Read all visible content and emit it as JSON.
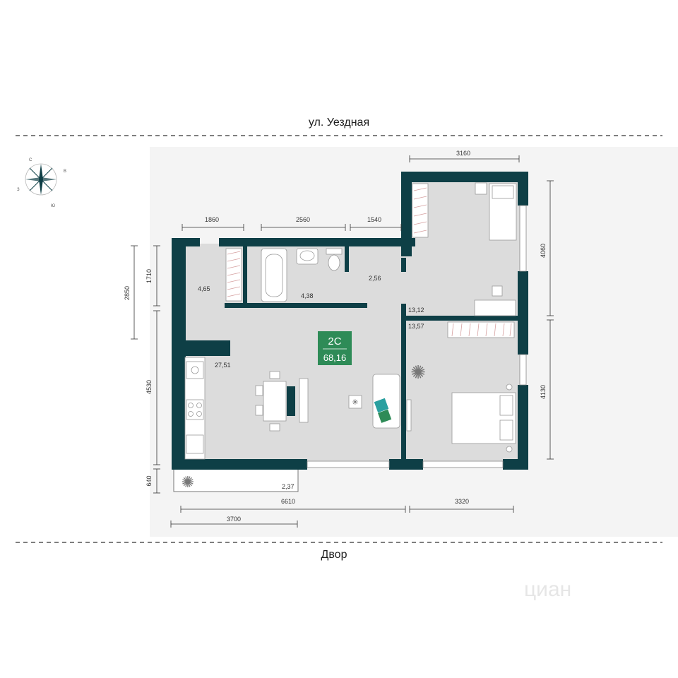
{
  "streets": {
    "top": "ул. Уездная",
    "bottom": "Двор"
  },
  "compass": {
    "north": "С",
    "east": "В",
    "south": "Ю",
    "west": "З"
  },
  "apartment": {
    "type": "2С",
    "total_area": "68,16"
  },
  "rooms": {
    "hall": "4,65",
    "bathroom": "4,38",
    "wc": "2,56",
    "living": "27,51",
    "bedroom_top": "13,12",
    "bedroom_bottom": "13,57",
    "balcony": "2,37"
  },
  "dimensions": {
    "top_right": "3160",
    "top_left": "1860",
    "top_mid": "2560",
    "top_mid2": "1540",
    "left_outer": "2850",
    "left_inner": "1710",
    "left_mid": "4530",
    "left_balcony": "640",
    "right_top": "4060",
    "right_bottom": "4130",
    "bottom_main": "6610",
    "bottom_right": "3320",
    "bottom_balcony": "3700"
  },
  "watermark": "циан",
  "colors": {
    "wall": "#0e3f46",
    "floor": "#dcdcdc",
    "badge": "#2e8b57"
  }
}
